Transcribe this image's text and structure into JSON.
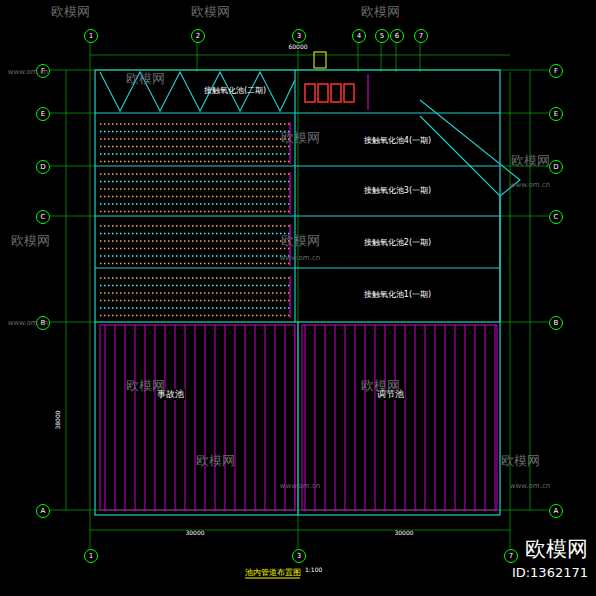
{
  "diagram": {
    "title": "池内管道布置图",
    "nodes": [
      {
        "text": [
          "接触氧化池(二期)"
        ]
      },
      {
        "text": [
          "接触氧化池4(一期)"
        ]
      },
      {
        "text": [
          "接触氧化池3(一期)"
        ]
      },
      {
        "text": [
          "接触氧化池2(一期)"
        ]
      },
      {
        "text": [
          "接触氧化池1(一期)"
        ]
      },
      {
        "text": [
          "事故池"
        ]
      },
      {
        "text": [
          "调节池"
        ]
      },
      {
        "text": [
          "1"
        ]
      },
      {
        "text": [
          "2"
        ]
      },
      {
        "text": [
          "3"
        ]
      },
      {
        "text": [
          "4"
        ]
      },
      {
        "text": [
          "5"
        ]
      },
      {
        "text": [
          "6"
        ]
      },
      {
        "text": [
          "7"
        ]
      },
      {
        "text": [
          "1"
        ]
      },
      {
        "text": [
          "3"
        ]
      },
      {
        "text": [
          "7"
        ]
      },
      {
        "text": [
          "F"
        ]
      },
      {
        "text": [
          "E"
        ]
      },
      {
        "text": [
          "D"
        ]
      },
      {
        "text": [
          "C"
        ]
      },
      {
        "text": [
          "B"
        ]
      },
      {
        "text": [
          "A"
        ]
      },
      {
        "text": [
          "F"
        ]
      },
      {
        "text": [
          "E"
        ]
      },
      {
        "text": [
          "D"
        ]
      },
      {
        "text": [
          "C"
        ]
      },
      {
        "text": [
          "B"
        ]
      },
      {
        "text": [
          "A"
        ]
      }
    ],
    "labels": [
      "60000",
      "30000",
      "30000",
      "38000",
      "1:100",
      "欧模网",
      "欧模网",
      "欧模网",
      "欧模网",
      "欧模网",
      "欧模网",
      "欧模网",
      "欧模网",
      "欧模网",
      "欧模网",
      "欧模网",
      "欧模网",
      "www.om.cn",
      "www.om.cn",
      "www.om.cn",
      "www.om.cn",
      "www.om.cn",
      "www.om.cn",
      "欧模网",
      "ID:1362171"
    ]
  }
}
